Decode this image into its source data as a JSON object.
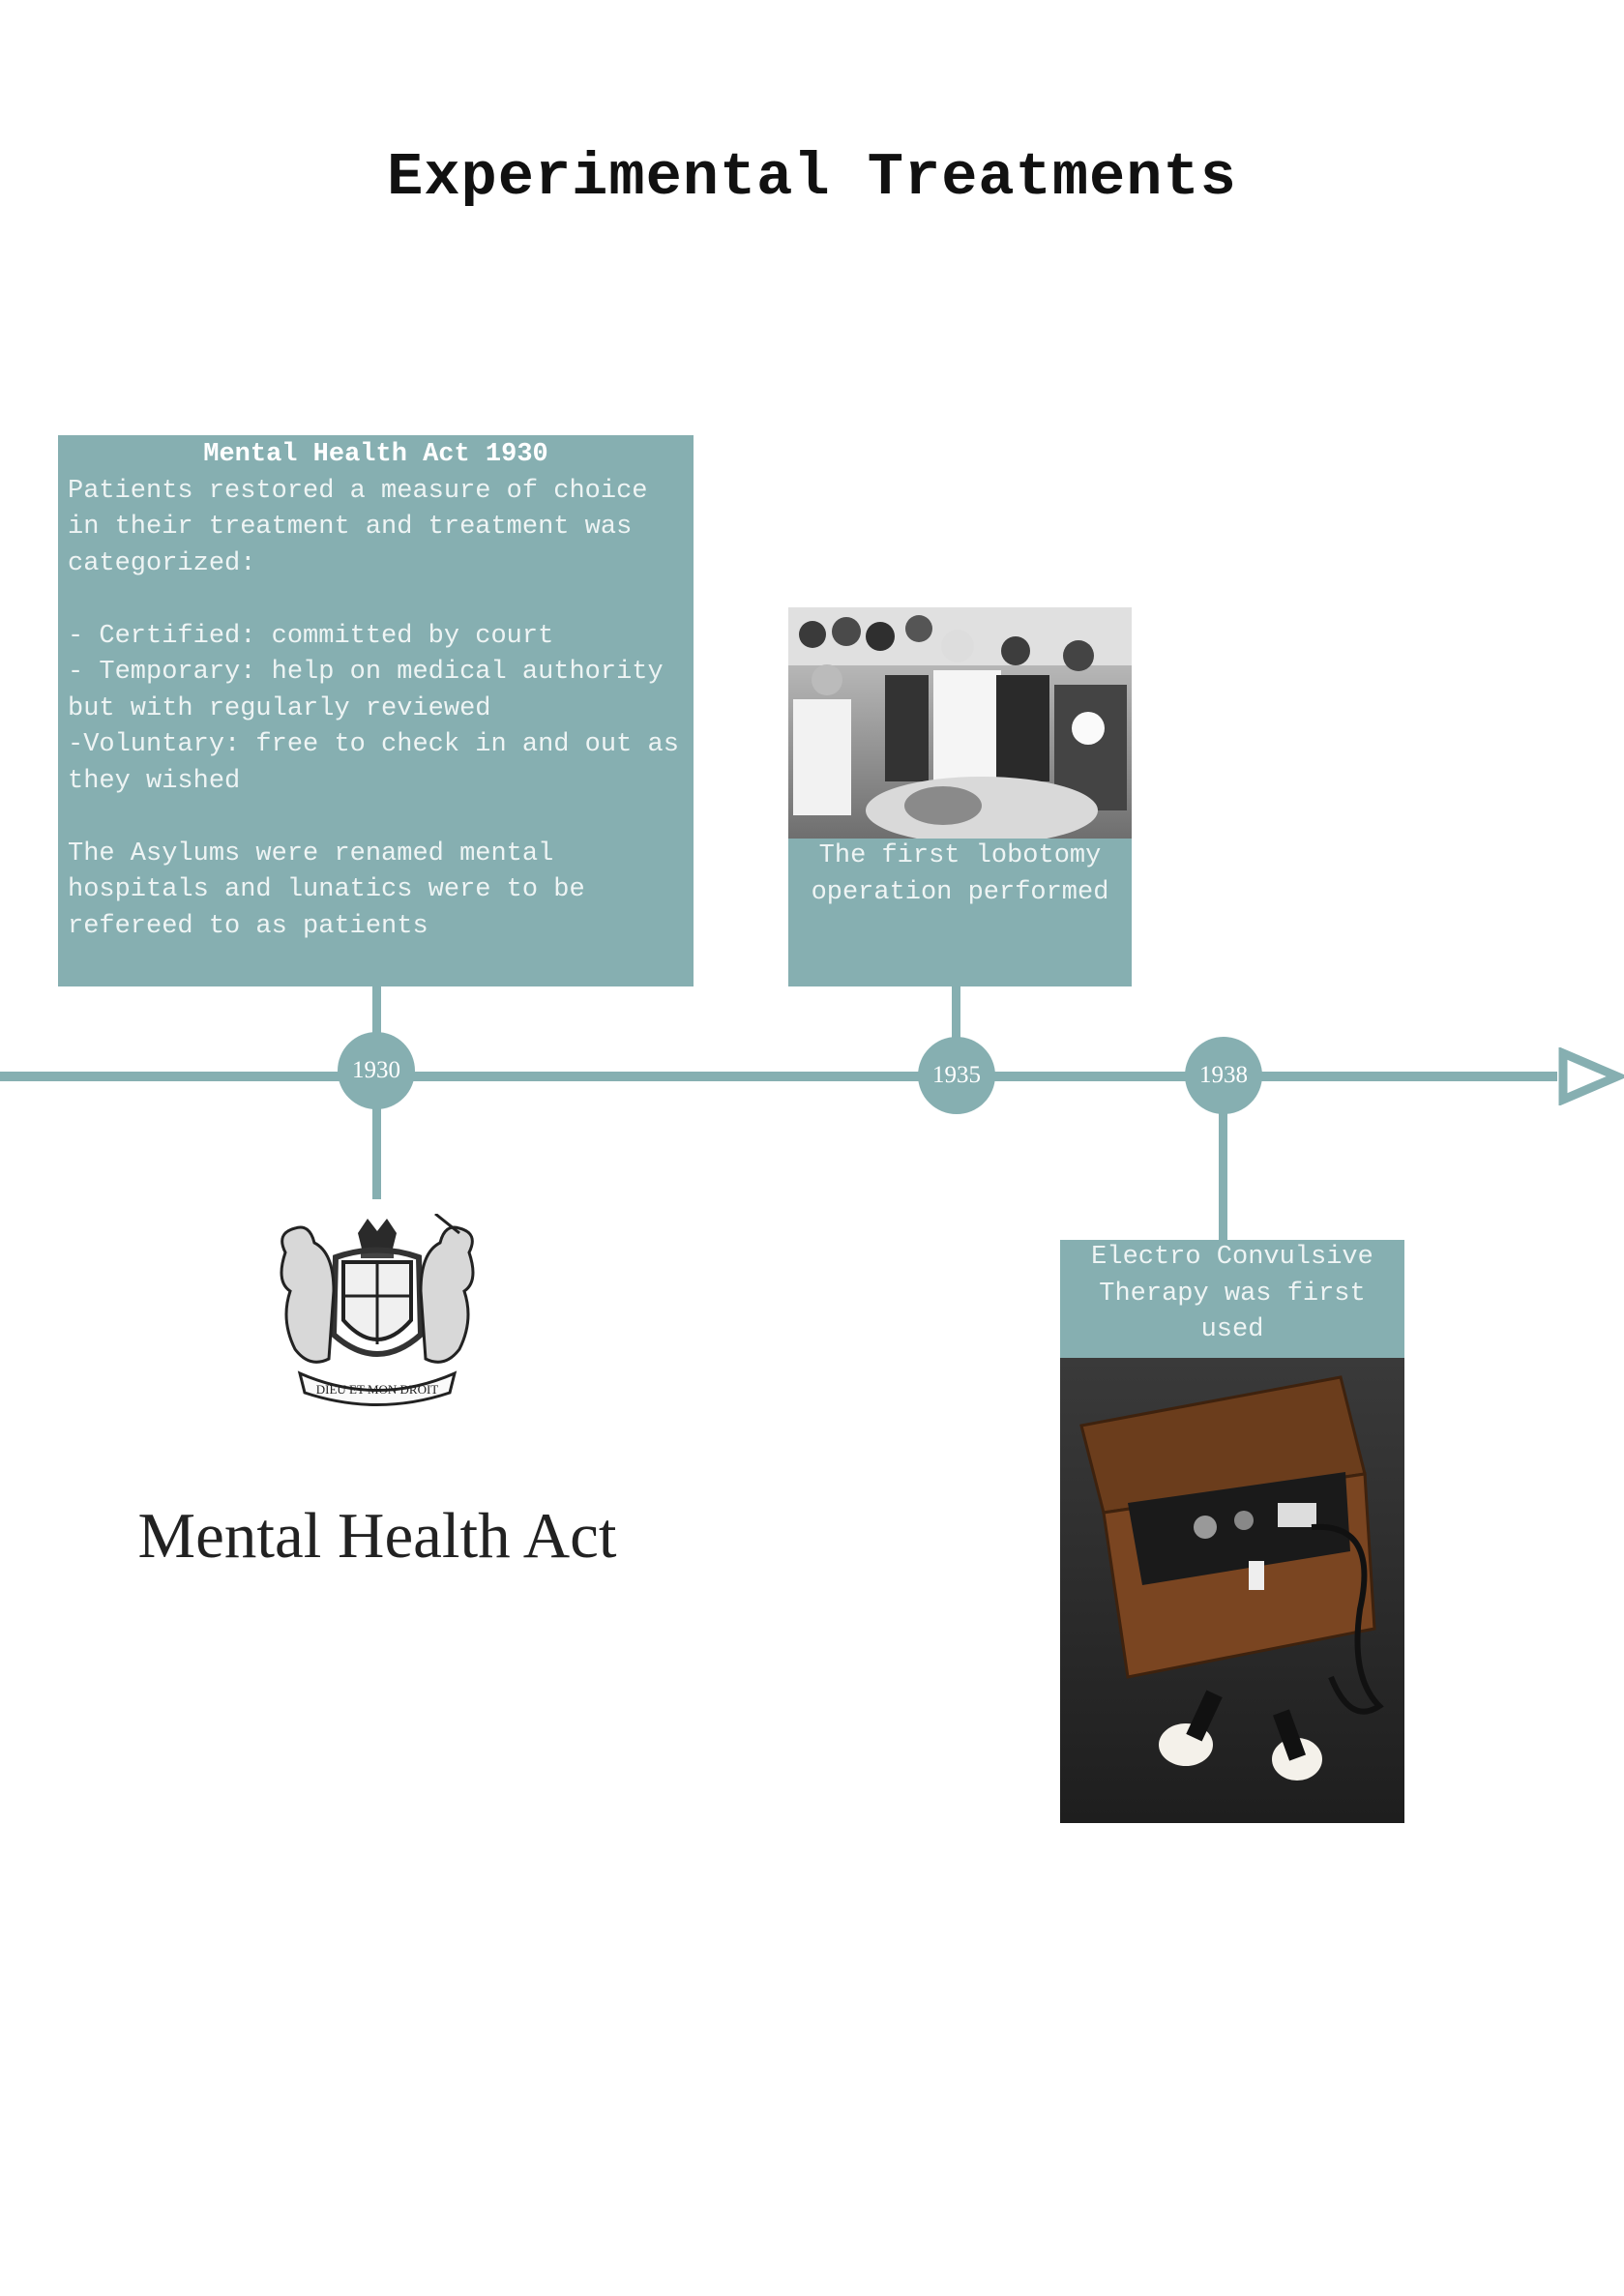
{
  "page": {
    "title": "Experimental Treatments"
  },
  "timeline": {
    "years": [
      "1930",
      "1935",
      "1938"
    ]
  },
  "events": {
    "mental_health_act": {
      "heading": "Mental Health Act 1930",
      "intro": "Patients restored a measure of choice in their treatment and treatment was categorized:",
      "categories": [
        "- Certified: committed by court",
        "- Temporary: help on medical authority but with regularly reviewed",
        "-Voluntary: free to check in and out as they wished"
      ],
      "closing": "The Asylums were renamed mental hospitals and lunatics were to be refereed to as patients",
      "logo_text": "Mental Health Act",
      "crest_motto": "DIEU ET MON DROIT"
    },
    "lobotomy": {
      "caption": "The first lobotomy operation performed"
    },
    "ect": {
      "caption": "Electro Convulsive Therapy was first used"
    }
  },
  "colors": {
    "accent": "#86afb1",
    "caption_text": "#eef4f4",
    "title": "#111111"
  },
  "icons": [
    "royal-coat-of-arms-icon",
    "timeline-arrow-icon"
  ]
}
